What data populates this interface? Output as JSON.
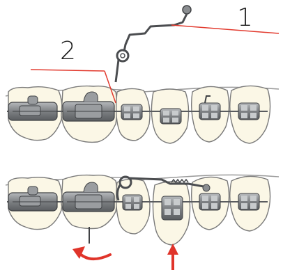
{
  "callouts": [
    {
      "id": "1",
      "text": "1"
    },
    {
      "id": "2",
      "text": "2"
    }
  ],
  "colors": {
    "tooth_fill": "#fbf7e6",
    "tooth_stroke": "#7a7a7a",
    "metal_fill": "#8a8d90",
    "metal_dark": "#4b4d50",
    "leader_line": "#e23a2e",
    "arrow": "#e0342a",
    "wire": "#5a5c5f"
  },
  "icons": {
    "rotation_arrow": "curved-arrow-icon",
    "extrusion_arrow": "up-arrow-icon"
  }
}
